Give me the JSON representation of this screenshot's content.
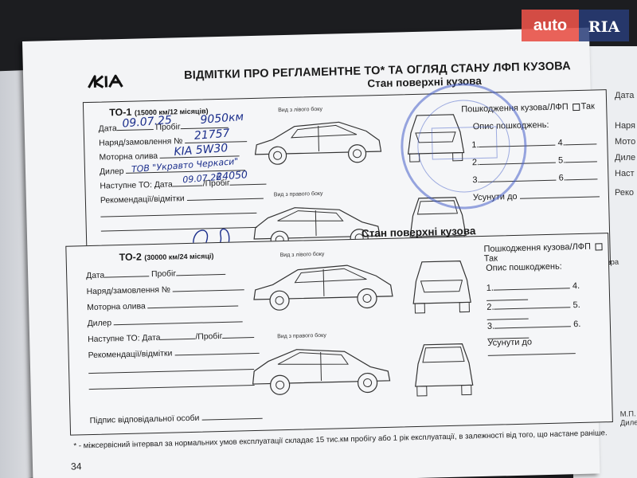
{
  "header": {
    "title": "ВІДМІТКИ ПРО РЕГЛАМЕНТНЕ ТО* ТА ОГЛЯД СТАНУ ЛФП КУЗОВА"
  },
  "watermark": {
    "auto": "auto",
    "ria": "RIA"
  },
  "labels": {
    "date": "Дата",
    "mileage": "Пробіг",
    "order": "Наряд/замовлення №",
    "oil": "Моторна олива",
    "dealer": "Дилер",
    "next_to": "Наступне ТО: Дата",
    "next_mileage": "/Пробіг",
    "recommendations": "Рекомендації/відмітки",
    "signature": "Підпис відповідальної особи",
    "view_left": "Вид з лівого боку",
    "view_right": "Вид з правого боку",
    "surface": "Стан поверхні кузова",
    "damage_ofp": "Пошкодження кузова/ЛФП",
    "damage_yes": "Так",
    "damage_desc": "Опис пошкоджень:",
    "fix_until": "Усунути до",
    "mp": "М.П. Дилера"
  },
  "to1": {
    "title": "ТО-1",
    "interval": "(15000 км/12 місяців)",
    "hw_date": "09.07.25",
    "hw_mileage": "9050км",
    "hw_order": "21757",
    "hw_oil": "KIA 5W30",
    "hw_dealer": "ТОВ \"Укравто Черкаси\"",
    "hw_next_date": "09.07.26",
    "hw_next_mileage": "24050"
  },
  "to2": {
    "title": "ТО-2",
    "interval": "(30000 км/24 місяці)"
  },
  "damage_numbers": [
    "1.",
    "2.",
    "3.",
    "4.",
    "5.",
    "6."
  ],
  "footnote": "* - міжсервісний інтервал за нормальних умов експлуатації складає 15 тис.км пробігу або 1 рік експлуатації, в залежності від того, що настане раніше.",
  "page_number": "34",
  "right_page": {
    "labels": [
      "Дата",
      "Наря",
      "Мото",
      "Диле",
      "Наст",
      "Реко"
    ]
  }
}
